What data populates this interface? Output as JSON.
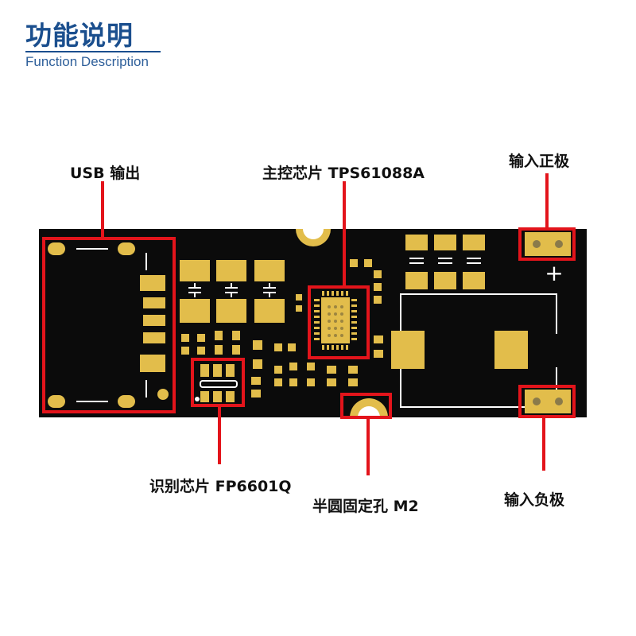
{
  "header": {
    "title": "功能说明",
    "subtitle": "Function Description"
  },
  "callouts": {
    "usb_output": "USB 输出",
    "main_chip": "主控芯片 TPS61088A",
    "input_positive": "输入正极",
    "id_chip": "识别芯片 FP6601Q",
    "half_hole": "半圆固定孔 M2",
    "input_negative": "输入负极"
  },
  "silkscreen": {
    "plus_sign": "+"
  },
  "colors": {
    "board": "#0b0b0b",
    "gold": "#e2bd4b",
    "highlight": "#e3141b",
    "title_blue": "#1b4f8e"
  }
}
